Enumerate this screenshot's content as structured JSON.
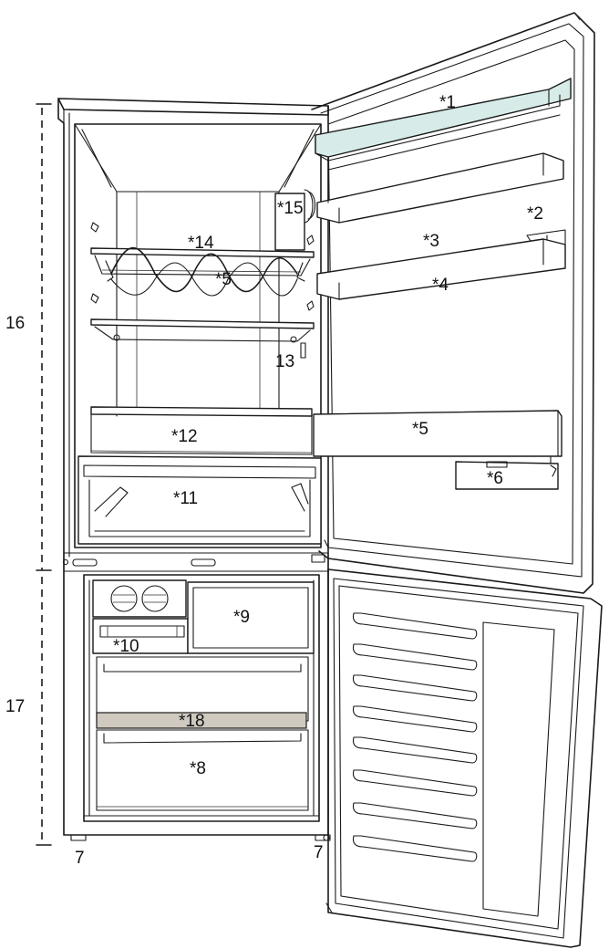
{
  "colors": {
    "line": "#1a1a1a",
    "background": "#ffffff",
    "dairy_tint": "#d7ece9",
    "shelf_strip": "#cfc9c0"
  },
  "labels": {
    "l1": "*1",
    "l2": "*2",
    "l3": "*3",
    "l4": "*4",
    "l5_door": "*5",
    "l5_rack": "*5",
    "l6": "*6",
    "l7_left": "7",
    "l7_right": "7",
    "l8": "*8",
    "l9": "*9",
    "l10": "*10",
    "l11": "*11",
    "l12": "*12",
    "l13": "13",
    "l14": "*14",
    "l15": "*15",
    "l16": "16",
    "l17": "17",
    "l18": "*18"
  }
}
